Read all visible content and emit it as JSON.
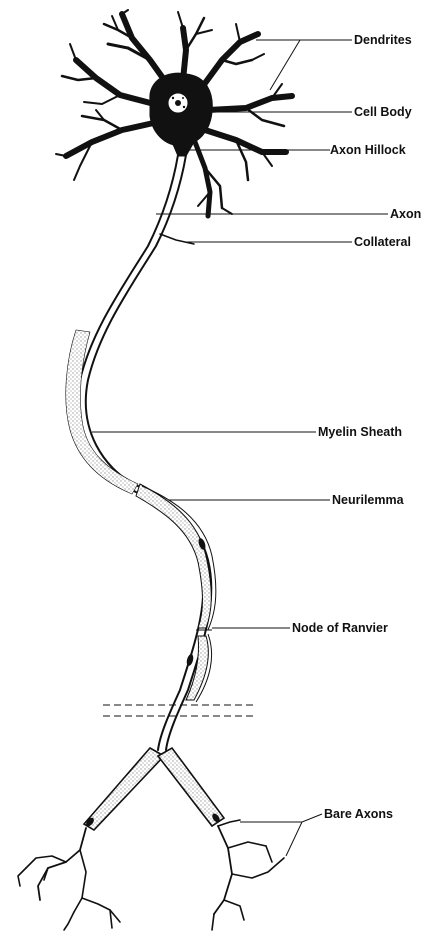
{
  "labels": {
    "dendrites": "Dendrites",
    "cell_body": "Cell Body",
    "axon_hillock": "Axon Hillock",
    "axon": "Axon",
    "collateral": "Collateral",
    "myelin_sheath": "Myelin Sheath",
    "neurilemma": "Neurilemma",
    "node_of_ranvier": "Node of Ranvier",
    "bare_axons": "Bare Axons"
  },
  "colors": {
    "ink": "#111111",
    "background": "#ffffff",
    "myelin_stipple": "#9a9a9a"
  }
}
